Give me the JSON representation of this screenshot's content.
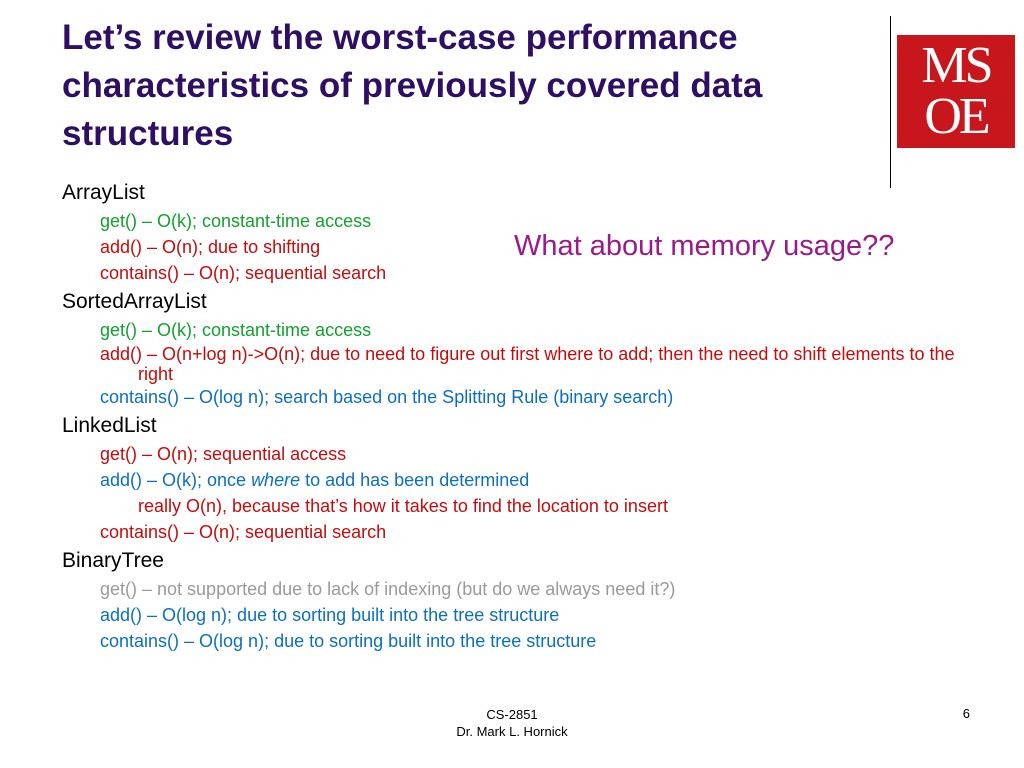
{
  "slide": {
    "title": "Let’s review the worst-case performance characteristics of previously covered data structures",
    "logo_line1": "MS",
    "logo_line2": "OE",
    "memory_note": "What about memory usage??"
  },
  "sections": {
    "arraylist": {
      "heading": "ArrayList",
      "get": "get() – O(k); constant-time access",
      "add": "add() – O(n); due to shifting",
      "contains": "contains() – O(n); sequential search"
    },
    "sortedarraylist": {
      "heading": "SortedArrayList",
      "get": "get() – O(k); constant-time access",
      "add": "add() – O(n+log n)->O(n); due to need to figure out first where to add; then the need to shift elements to the right",
      "contains": "contains() – O(log n); search based on the Splitting Rule (binary search)"
    },
    "linkedlist": {
      "heading": "LinkedList",
      "get": "get() – O(n); sequential access",
      "add_prefix": "add() – O(k); once ",
      "add_emph": "where",
      "add_suffix": " to add has been determined",
      "add_note": "really O(n), because that’s how it takes to find the location to insert",
      "contains": "contains() – O(n); sequential search"
    },
    "binarytree": {
      "heading": "BinaryTree",
      "get": "get() – not supported due to lack of indexing (but do we always need it?)",
      "add": "add() – O(log n); due to sorting built into the tree structure",
      "contains": "contains() – O(log n); due to sorting built into the tree structure"
    }
  },
  "footer": {
    "course": "CS-2851",
    "author": "Dr. Mark L. Hornick",
    "page_number": "6"
  },
  "colors": {
    "title": "#2e0f63",
    "green": "#12a12e",
    "red": "#c40c0c",
    "blue": "#0b6fc1",
    "gray": "#9a9a9a",
    "memory_note": "#9b1a88",
    "logo_bg": "#c8161d"
  }
}
